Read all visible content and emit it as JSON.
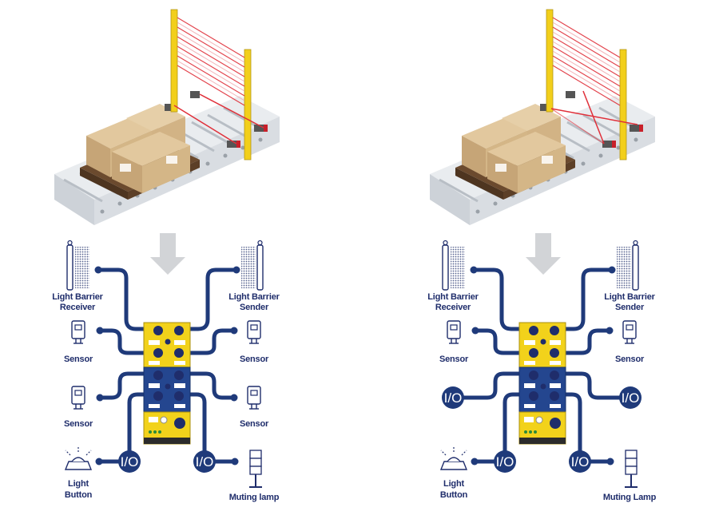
{
  "colors": {
    "navy": "#1f3a7a",
    "yellow": "#f2d21b",
    "blue": "#24468f",
    "label": "#1f2d6b",
    "beam": "#e0303a",
    "box": "#cfb086",
    "conveyor": "#dadee3",
    "arrow": "#d2d4d7"
  },
  "panels": [
    {
      "id": "left",
      "labels": {
        "receiver": [
          "Light Barrier",
          "Receiver"
        ],
        "sender": [
          "Light Barrier",
          "Sender"
        ],
        "sensor_tl": "Sensor",
        "sensor_tr": "Sensor",
        "sensor_bl": "Sensor",
        "sensor_br": "Sensor",
        "button": [
          "Light",
          "Button"
        ],
        "lamp": "Muting lamp"
      },
      "io": "I/O",
      "middle_devices": "sensor"
    },
    {
      "id": "right",
      "labels": {
        "receiver": [
          "Light Barrier",
          "Receiver"
        ],
        "sender": [
          "Light Barrier",
          "Sender"
        ],
        "sensor_tl": "Sensor",
        "sensor_tr": "Sensor",
        "button": [
          "Light",
          "Button"
        ],
        "lamp": "Muting Lamp"
      },
      "io": "I/O",
      "middle_devices": "io"
    }
  ]
}
